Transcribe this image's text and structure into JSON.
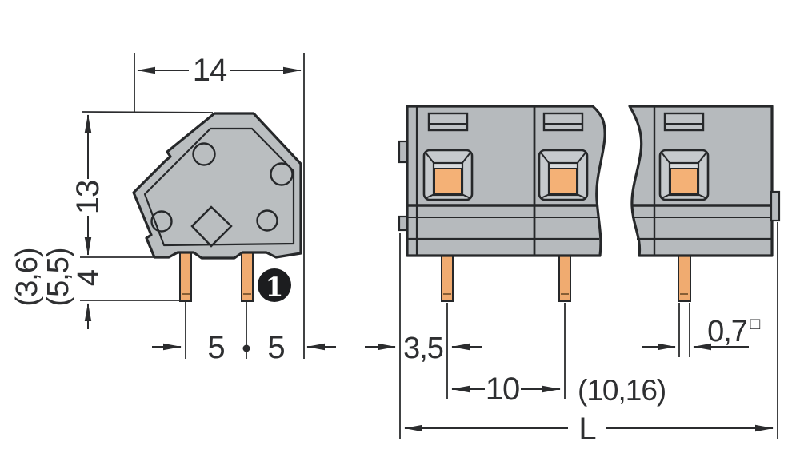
{
  "drawing": {
    "description": "Dimensional drawing of PCB terminal block, side view and front view",
    "side": {
      "width": "14",
      "height": "13",
      "pin_length": "4",
      "pin_length_alt_inner": "(3,6)",
      "pin_length_alt_outer": "(5,5)",
      "pin_gap_left": "5",
      "pin_gap_right": "5",
      "callout": "1"
    },
    "front": {
      "edge_to_pin": "3,5",
      "pitch": "10",
      "pitch_alt": "(10,16)",
      "length": "L",
      "pin_width": "0,7",
      "pin_width_symbol": "□"
    },
    "colors": {
      "housing_gray": "#b6babd",
      "bevel_gray": "#c6cacd",
      "recess_gray": "#d9dbdd",
      "slot_gray": "#c0c4c7",
      "conductor_orange": "#f4b176",
      "pin_orange": "#f0ab70",
      "outline_dark": "#26282a",
      "dim_text": "#2e2f31",
      "badge_black": "#1c1d1f"
    }
  }
}
